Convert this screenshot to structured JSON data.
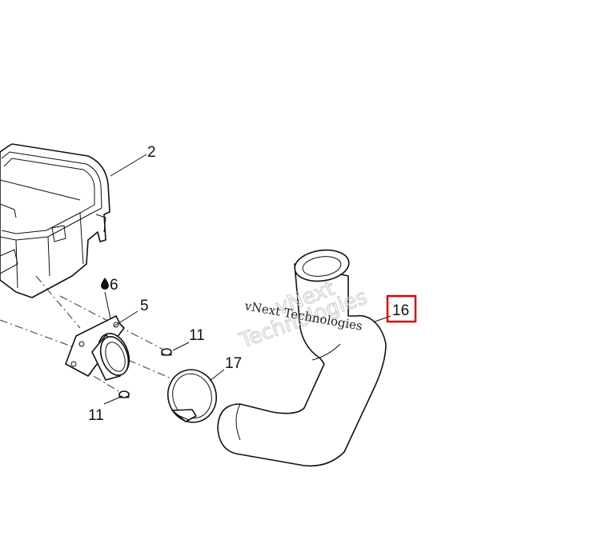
{
  "callouts": {
    "part_2": "2",
    "part_5": "5",
    "part_6": "6",
    "part_11_upper": "11",
    "part_11_lower": "11",
    "part_16": "16",
    "part_17": "17"
  },
  "icons": {
    "lubricant": "oil-drop-icon"
  },
  "highlight": {
    "target": "16",
    "color": "#e00000"
  },
  "watermark": {
    "line1": "vNext Technologies",
    "line2a": "vNext",
    "line2b": "Technologies"
  }
}
